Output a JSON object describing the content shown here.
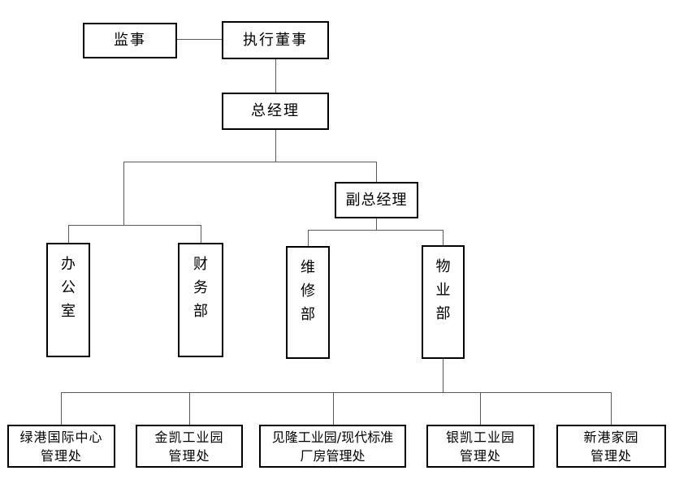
{
  "page": {
    "background_color": "#ffffff",
    "box_border_color": "#000000",
    "connector_color": "#595959",
    "text_color": "#000000"
  },
  "org_chart": {
    "nodes": {
      "supervisor": {
        "label": "监事"
      },
      "executive_director": {
        "label": "执行董事"
      },
      "general_manager": {
        "label": "总经理"
      },
      "deputy_general_manager": {
        "label": "副总经理"
      },
      "office": {
        "label": "办公室"
      },
      "finance_dept": {
        "label": "财务部"
      },
      "maintenance_dept": {
        "label": "维修部"
      },
      "property_dept": {
        "label": "物业部"
      }
    },
    "management_offices": [
      {
        "line1": "绿港国际中心",
        "line2": "管理处"
      },
      {
        "line1": "金凯工业园",
        "line2": "管理处"
      },
      {
        "line1": "见隆工业园/现代标准",
        "line2": "厂房管理处"
      },
      {
        "line1": "银凯工业园",
        "line2": "管理处"
      },
      {
        "line1": "新港家园",
        "line2": "管理处"
      }
    ]
  }
}
